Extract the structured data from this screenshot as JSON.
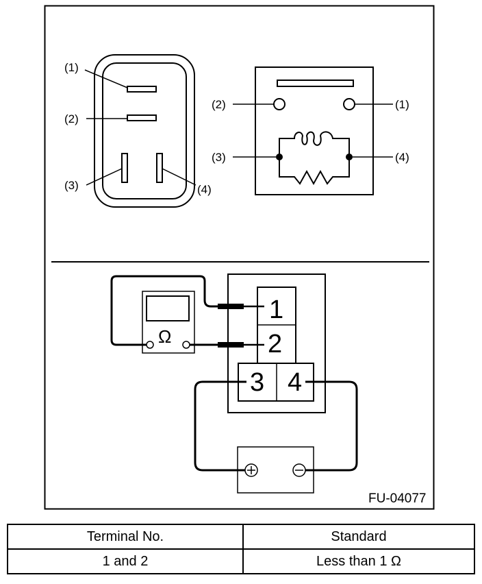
{
  "figure_code": "FU-04077",
  "connector_view": {
    "terminal_labels": [
      "(1)",
      "(2)",
      "(3)",
      "(4)"
    ]
  },
  "schematic_view": {
    "terminal_labels": [
      "(1)",
      "(2)",
      "(3)",
      "(4)"
    ],
    "components": [
      "relay-contact",
      "coil",
      "resistor"
    ]
  },
  "test_setup": {
    "relay_terminals": [
      "1",
      "2",
      "3",
      "4"
    ],
    "ohmmeter_symbol": "Ω",
    "battery_positive": "+",
    "battery_negative": "−"
  },
  "table": {
    "headers": [
      "Terminal No.",
      "Standard"
    ],
    "rows": [
      [
        "1 and 2",
        "Less than 1 Ω"
      ]
    ]
  }
}
